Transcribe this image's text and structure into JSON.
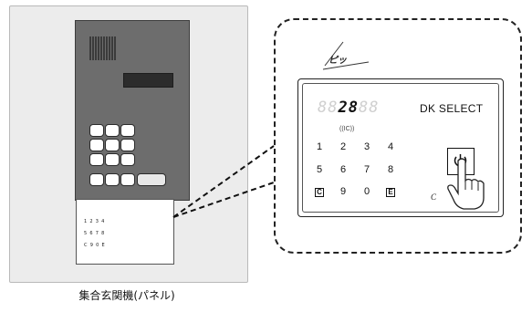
{
  "caption": "集合玄関機(パネル)",
  "sound_label": "ピッ",
  "brand": "DK SELECT",
  "ic_label": "((IC))",
  "display_digits": [
    "8",
    "8",
    "2",
    "8",
    "8",
    "8"
  ],
  "display_active": [
    false,
    false,
    true,
    true,
    false,
    false
  ],
  "keypad": {
    "row1": [
      "1",
      "2",
      "3",
      "4"
    ],
    "row2": [
      "5",
      "6",
      "7",
      "8"
    ],
    "row3": [
      "C",
      "9",
      "0",
      "E"
    ]
  },
  "power_icon": "power-icon",
  "logo_text": "C",
  "colors": {
    "panel_body": "#6d6d6d",
    "panel_background": "#ececec",
    "outline": "#222222"
  }
}
